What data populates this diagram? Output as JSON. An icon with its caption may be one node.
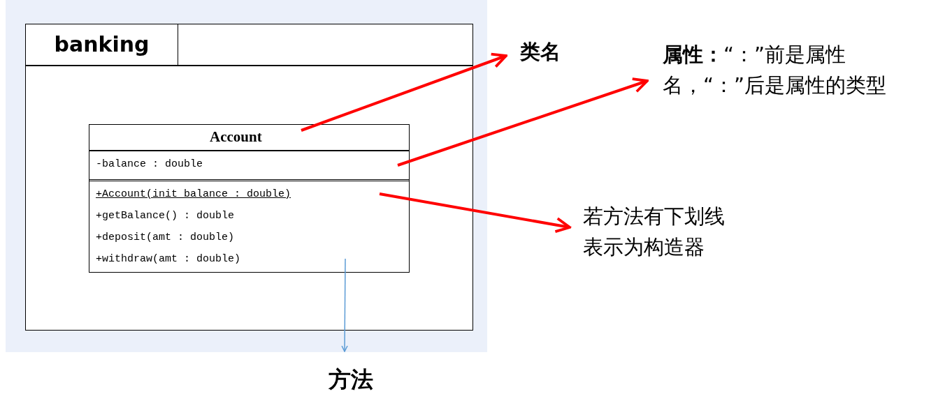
{
  "diagram": {
    "nodes": [
      {
        "text": [
          "banking"
        ]
      },
      {
        "text": [
          "Account",
          "-balance : double",
          "+Account(init_balance : double)",
          "+getBalance() : double",
          "+deposit(amt : double)",
          "+withdraw(amt : double)"
        ],
        "in": 0
      },
      {
        "text": [
          "类名"
        ]
      },
      {
        "text": [
          "**属性：**“：”前是属性名，“：”后是属性的类型"
        ]
      },
      {
        "text": [
          "若方法有下划线表示为构造器"
        ]
      },
      {
        "text": [
          "方法"
        ]
      }
    ],
    "edges": [
      {
        "from": 1,
        "to": 2,
        "arrow": "to"
      },
      {
        "from": 1,
        "to": 3,
        "arrow": "to"
      },
      {
        "from": 1,
        "to": 4,
        "arrow": "to"
      },
      {
        "from": 1,
        "to": 5,
        "arrow": "to",
        "color": "#5b9bd5"
      }
    ]
  }
}
